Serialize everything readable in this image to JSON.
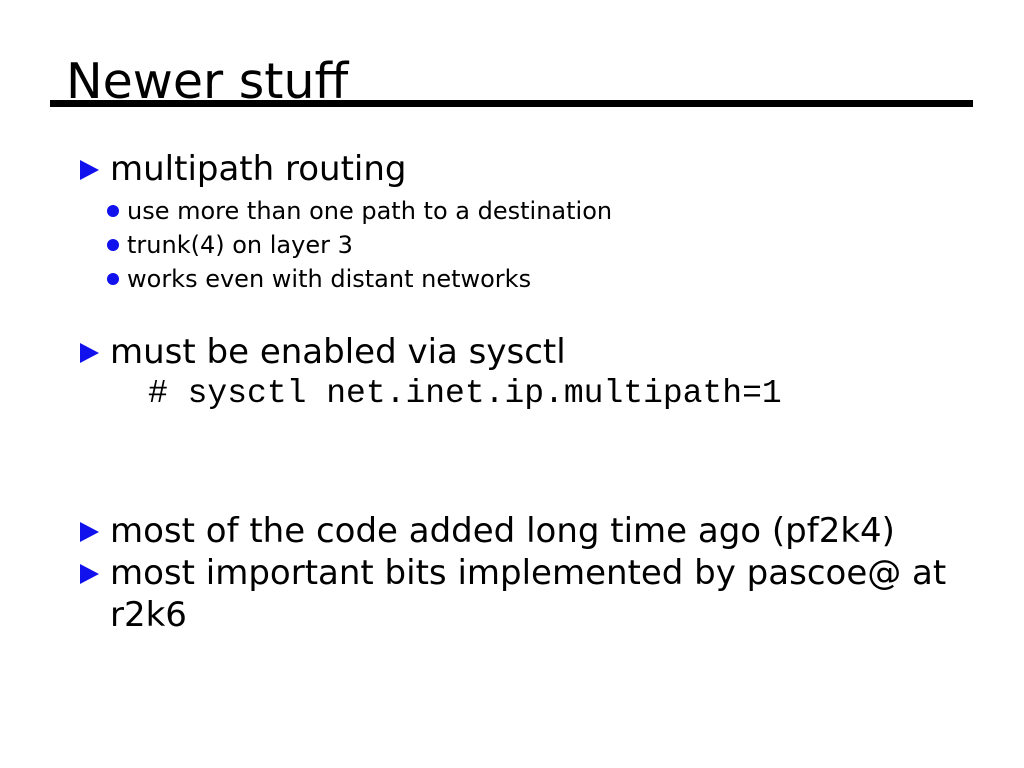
{
  "slide": {
    "title": "Newer stuff",
    "accent_color": "#1111ee",
    "text_color": "#000000",
    "background_color": "#ffffff",
    "bullets": [
      {
        "level": 1,
        "text": "multipath routing"
      },
      {
        "level": 2,
        "text": "use more than one path to a destination"
      },
      {
        "level": 2,
        "text": "trunk(4) on layer 3"
      },
      {
        "level": 2,
        "text": "works even with distant networks"
      },
      {
        "level": 1,
        "text": "must be enabled via sysctl"
      },
      {
        "level": "code",
        "text": "# sysctl net.inet.ip.multipath=1"
      },
      {
        "level": 1,
        "text": "most of the code added long time ago (pf2k4)"
      },
      {
        "level": 1,
        "text": "most important bits implemented by pascoe@ at",
        "wrap_continuation": "r2k6"
      }
    ]
  }
}
